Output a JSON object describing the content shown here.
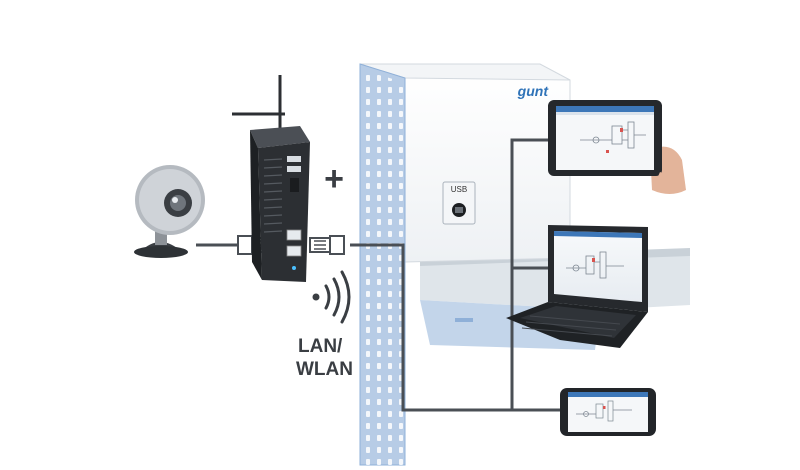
{
  "diagram": {
    "brand_logo_text": "gunt",
    "usb_label": "USB",
    "plus_sign": "+",
    "connection_label_line1": "LAN/",
    "connection_label_line2": "WLAN"
  },
  "colors": {
    "cabinet_blue": "#b7cce6",
    "cabinet_edge": "#8fb0d8",
    "cable": "#4a4f55",
    "device_dark": "#2c2f33",
    "screen_ui_blue": "#3d77b8",
    "logo_blue": "#2f73b8"
  },
  "icons": {
    "webcam": "webcam-icon",
    "router": "router-icon",
    "wifi": "wifi-signal-icon",
    "tablet": "tablet-icon",
    "laptop": "laptop-icon",
    "phone": "smartphone-icon",
    "connector": "rj45-connector-icon"
  }
}
